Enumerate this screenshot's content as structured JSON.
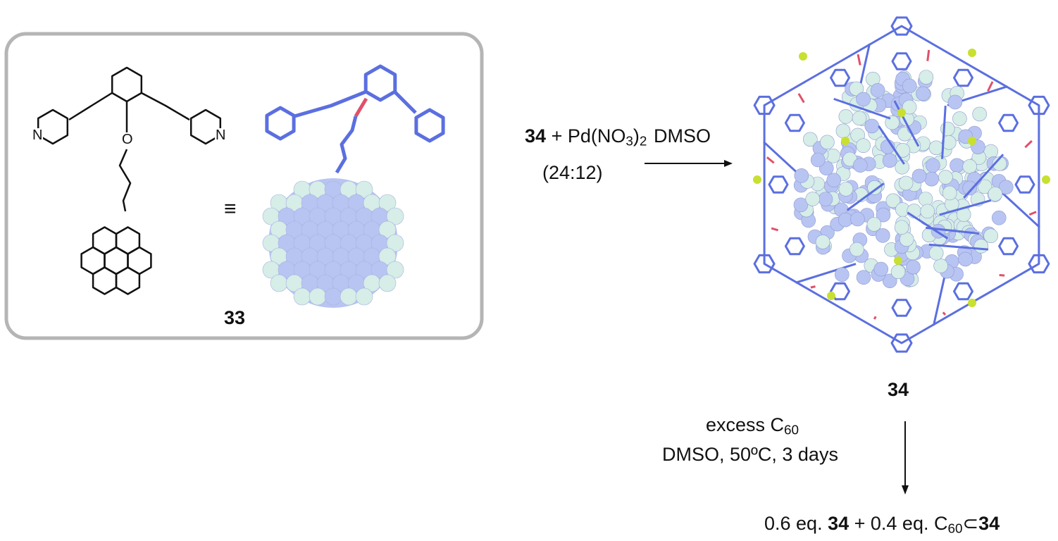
{
  "colors": {
    "framework": "#5b6fe0",
    "oxygen": "#e0506a",
    "sphere": "#d6ede8",
    "sphere_blue": "#b8c4f2",
    "pd": "#c8e030",
    "box_border": "#b5b5b5"
  },
  "compound_box": {
    "atoms": {
      "n_left": "N",
      "n_right": "N",
      "oxygen": "O"
    },
    "equivalence_symbol": "≡",
    "compound_label": "33"
  },
  "step1": {
    "reagent_compound": "34",
    "reagent_plus": "+ Pd(NO",
    "reagent_sub3": "3",
    "reagent_close": ")",
    "reagent_sub2": "2",
    "ratio": "(24:12)",
    "solvent": "DMSO"
  },
  "cage_label": "34",
  "step2": {
    "condition_line1": "excess C",
    "condition_line1_sub": "60",
    "condition_line2": "DMSO, 50ºC, 3 days"
  },
  "product": {
    "part1": "0.6 eq. ",
    "compound_a": "34",
    "part2": " + 0.4 eq. C",
    "sub": "60",
    "subset": "⊂",
    "compound_b": "34"
  }
}
